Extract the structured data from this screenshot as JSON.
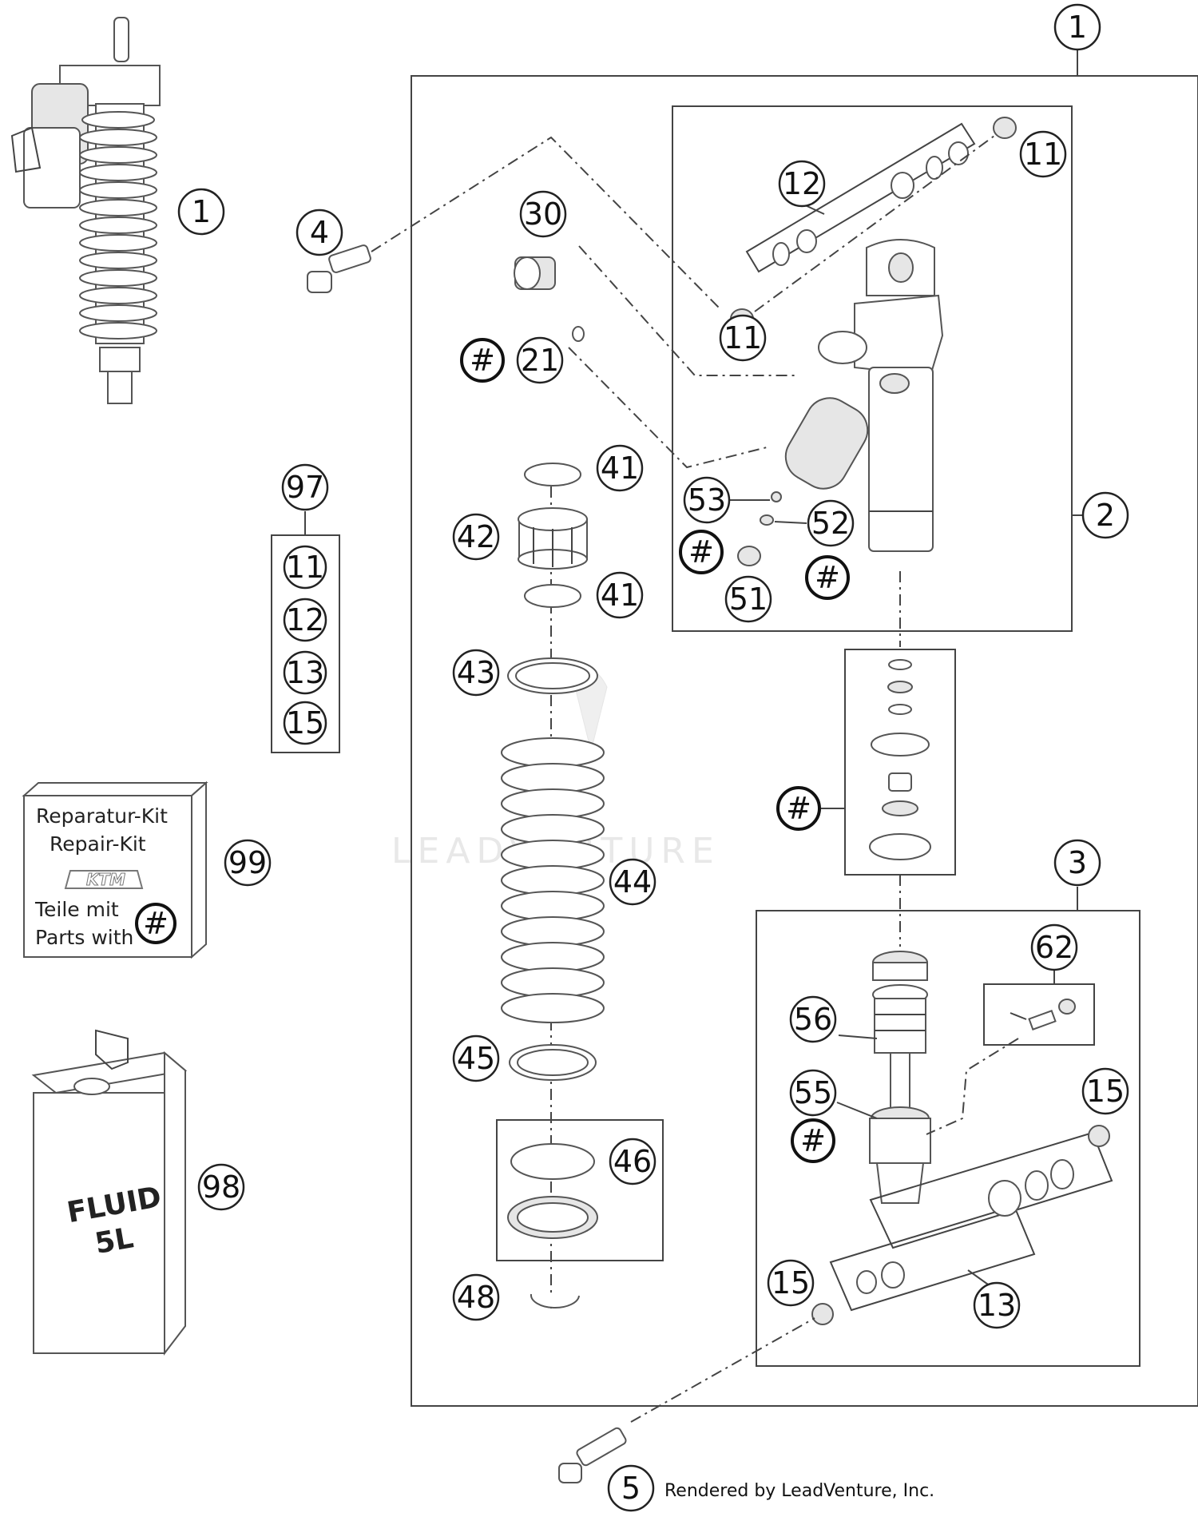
{
  "callouts": {
    "c1_top": "1",
    "c1_left": "1",
    "c2": "2",
    "c3": "3",
    "c4": "4",
    "c5": "5",
    "c11_top": "11",
    "c11_mid": "11",
    "c12": "12",
    "c30": "30",
    "c21": "21",
    "c41_top": "41",
    "c41_bot": "41",
    "c42": "42",
    "c43": "43",
    "c44": "44",
    "c45": "45",
    "c46": "46",
    "c48": "48",
    "c51": "51",
    "c52": "52",
    "c53": "53",
    "c55": "55",
    "c56": "56",
    "c62": "62",
    "c13": "13",
    "c15_top": "15",
    "c15_bot": "15",
    "c97": "97",
    "c97_11": "11",
    "c97_12": "12",
    "c97_13": "13",
    "c97_15": "15",
    "c98": "98",
    "c99": "99"
  },
  "hash_marks": {
    "h21": "#",
    "h51": "#",
    "h52": "#",
    "h_seal": "#",
    "h55": "#",
    "h_kit": "#"
  },
  "repair_kit": {
    "line1": "Reparatur-Kit",
    "line2": "Repair-Kit",
    "brand": "KTM",
    "line3": "Teile mit",
    "line4": "Parts with"
  },
  "fluid_can": {
    "line1": "FLUID",
    "line2": "5L"
  },
  "watermark": "LEADVENTURE",
  "credit": "Rendered by LeadVenture, Inc."
}
